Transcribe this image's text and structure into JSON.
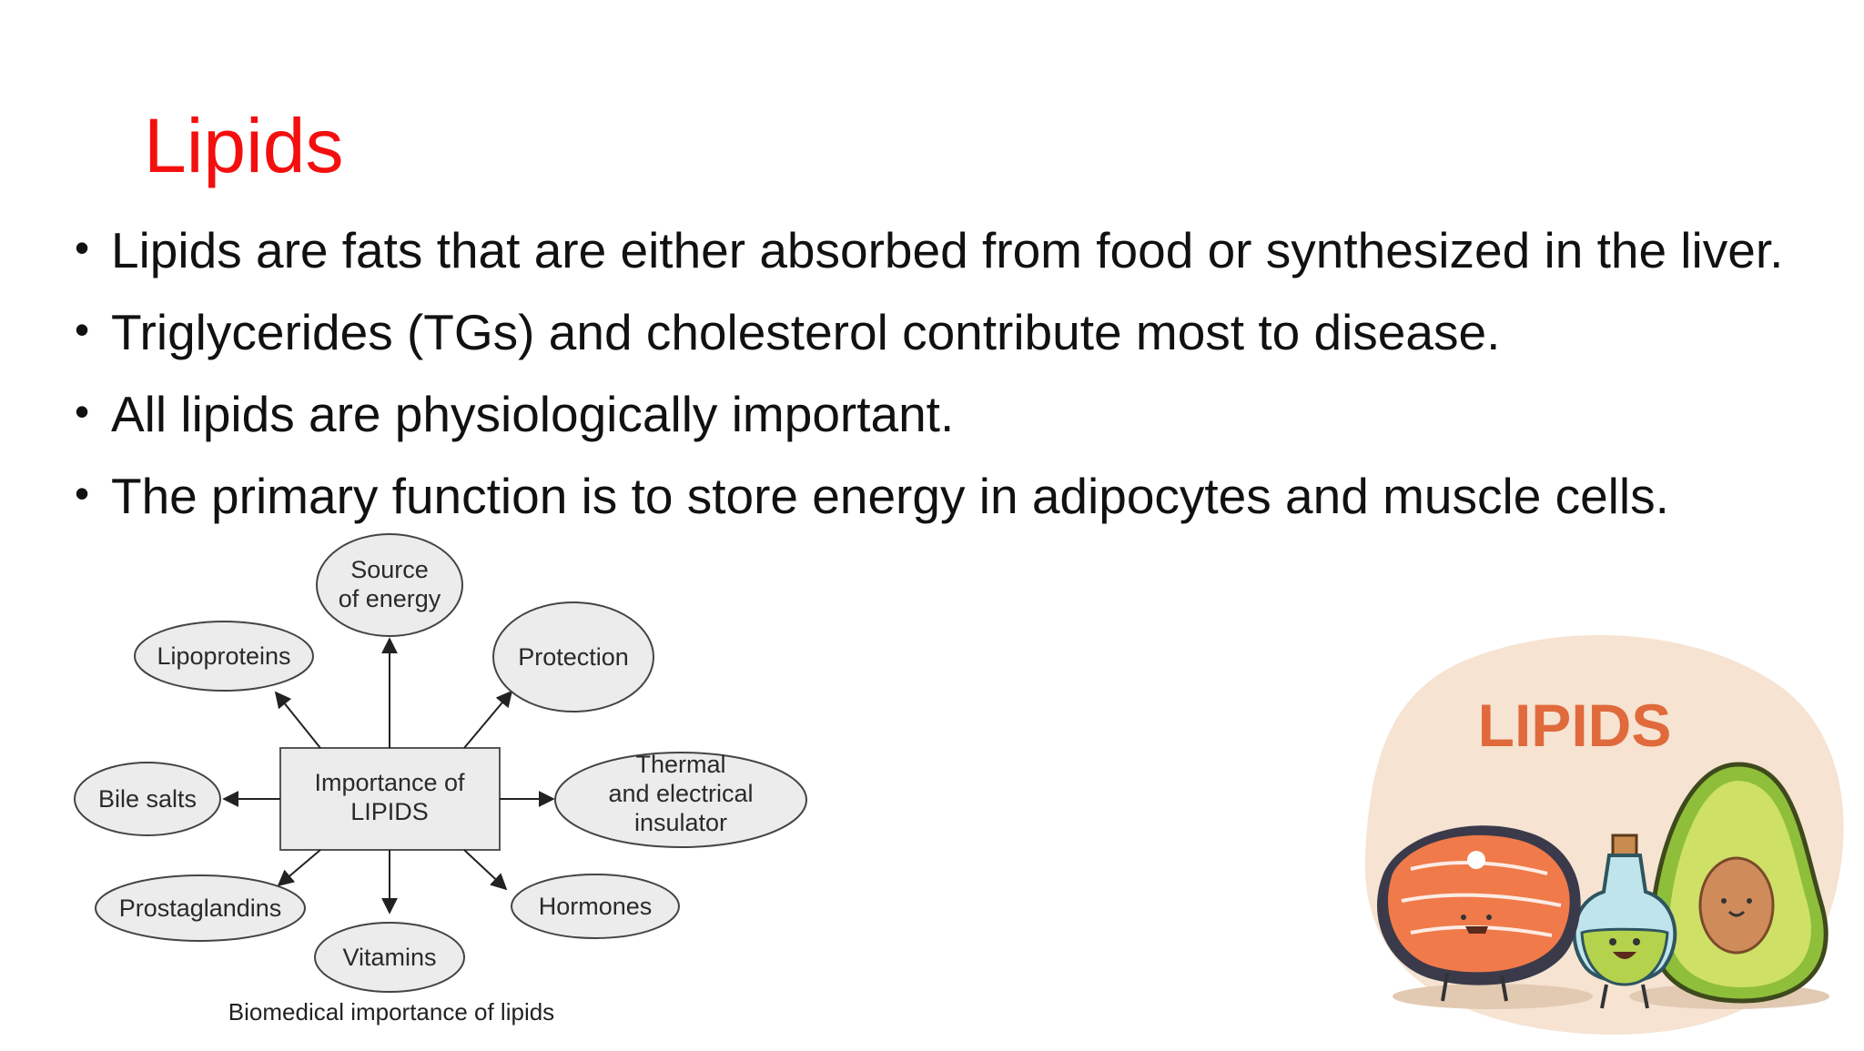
{
  "slide": {
    "title": "Lipids",
    "bullets": [
      "Lipids are fats that are either absorbed from food or synthesized in the liver.",
      "Triglycerides (TGs) and cholesterol contribute most to disease.",
      "All lipids are physiologically important.",
      "The primary function is to store energy in adipocytes and muscle cells."
    ],
    "bullet_glyph": "•"
  },
  "diagram": {
    "center": [
      "Importance of",
      "LIPIDS"
    ],
    "nodes": {
      "source_energy": [
        "Source",
        "of energy"
      ],
      "lipoproteins": "Lipoproteins",
      "protection": "Protection",
      "bile_salts": "Bile salts",
      "thermal": [
        "Thermal",
        "and electrical",
        "insulator"
      ],
      "prostaglandins": "Prostaglandins",
      "hormones": "Hormones",
      "vitamins": "Vitamins"
    },
    "caption": "Biomedical importance of lipids"
  },
  "illustration": {
    "word": "LIPIDS",
    "items": [
      "salmon-steak-icon",
      "olive-oil-bottle-icon",
      "avocado-icon"
    ]
  },
  "colors": {
    "title": "#f40f0f",
    "text": "#111111",
    "illustration_word": "#e06a3b",
    "blob_bg": "#f6e3d2"
  }
}
